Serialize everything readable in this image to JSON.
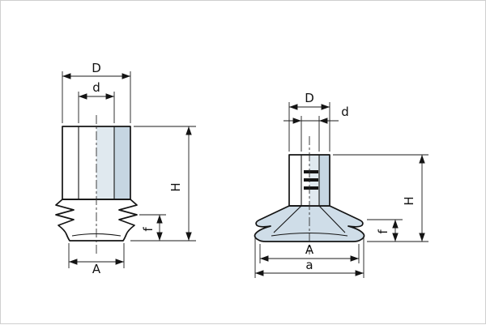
{
  "left": {
    "D": "D",
    "d": "d",
    "H": "H",
    "f": "f",
    "A": "A"
  },
  "right": {
    "D": "D",
    "d": "d",
    "H": "H",
    "f": "f",
    "A": "A",
    "a": "a"
  },
  "colors": {
    "line": "#141414",
    "shade": "#c6d6e2",
    "shade_light": "#e0e9ef",
    "shade_mid": "#cfdde8",
    "background": "#ffffff"
  }
}
